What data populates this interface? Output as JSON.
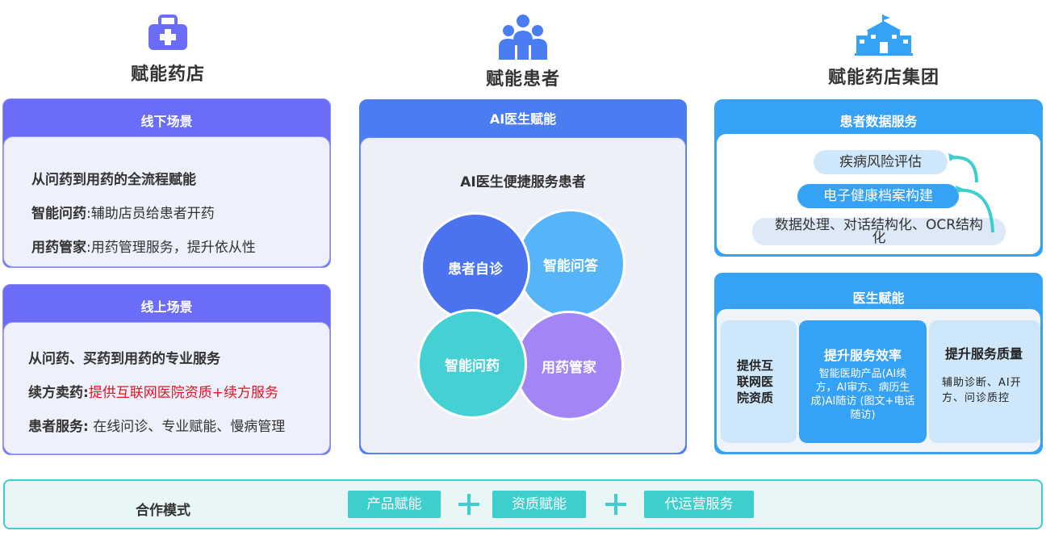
{
  "columns": [
    {
      "title": "赋能药店",
      "icon": "medical-bag-icon"
    },
    {
      "title": "赋能患者",
      "icon": "patients-group-icon"
    },
    {
      "title": "赋能药店集团",
      "icon": "hospital-building-icon"
    }
  ],
  "offline": {
    "header": "线下场景",
    "line1": "从问药到用药的全流程赋能",
    "line2_bold": "智能问药",
    "line2_rest": ":辅助店员给患者开药",
    "line3_bold": "用药管家",
    "line3_rest": ":用药管理服务，提升依从性"
  },
  "online": {
    "header": "线上场景",
    "line1": "从问药、买药到用药的专业服务",
    "line2_bold": "续方卖药:",
    "line2_red": "提供互联网医院资质+续方服务",
    "line3_bold": "患者服务:",
    "line3_rest": " 在线问诊、专业赋能、慢病管理"
  },
  "ai_doctor": {
    "header": "AI医生赋能",
    "subtitle": "AI医生便捷服务患者",
    "circles": [
      "患者自诊",
      "智能问答",
      "智能问药",
      "用药管家"
    ]
  },
  "patient_data": {
    "header": "患者数据服务",
    "pills": [
      "疾病风险评估",
      "电子健康档案构建",
      "数据处理、对话结构化、OCR结构",
      "化"
    ]
  },
  "doctor": {
    "header": "医生赋能",
    "card1": "提供互联网医院资质",
    "card2_title": "提升服务效率",
    "card2_body": "智能医助产品(AI续方，AI审方、病历生成)AI随访 (图文+电话随访)",
    "card3_title": "提升服务质量",
    "card3_body": "辅助诊断、AI开方、问诊质控"
  },
  "cooperation": {
    "label": "合作模式",
    "buttons": [
      "产品赋能",
      "资质赋能",
      "代运营服务"
    ]
  },
  "colors": {
    "purple": "#6b6cf7",
    "blue": "#4a7cf2",
    "sky": "#35a2f6",
    "teal": "#3ccfcd",
    "red": "#e3141f",
    "circle_blue": "#4b73f0",
    "circle_lightblue": "#56b4f8",
    "circle_teal": "#45d0d3",
    "circle_violet": "#a385f6"
  }
}
